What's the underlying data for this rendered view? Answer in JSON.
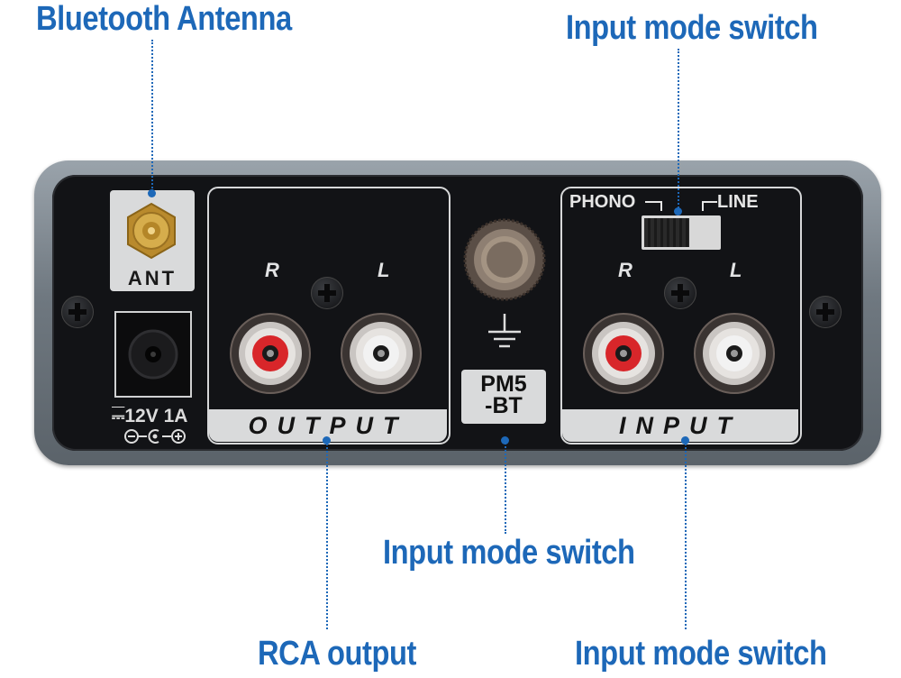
{
  "callouts": {
    "top_left": "Bluetooth Antenna",
    "top_right": "Input mode switch",
    "center": "Input mode switch",
    "bottom_left": "RCA output",
    "bottom_right": "Input mode switch"
  },
  "device": {
    "antenna_label": "ANT",
    "power_label": "12V 1A",
    "output_section": {
      "label": "OUTPUT",
      "left": "L",
      "right": "R"
    },
    "input_section": {
      "label": "INPUT",
      "left": "L",
      "right": "R"
    },
    "switch": {
      "phono": "PHONO",
      "line": "LINE"
    },
    "model": {
      "line1": "PM5",
      "line2": "-BT"
    }
  },
  "colors": {
    "callout": "#1d68b8",
    "panel": "#121316",
    "shell": "#6f7880",
    "rca_right": "#d8262a",
    "rca_left": "#e8e8e8",
    "antenna_gold": "#c9a042"
  }
}
